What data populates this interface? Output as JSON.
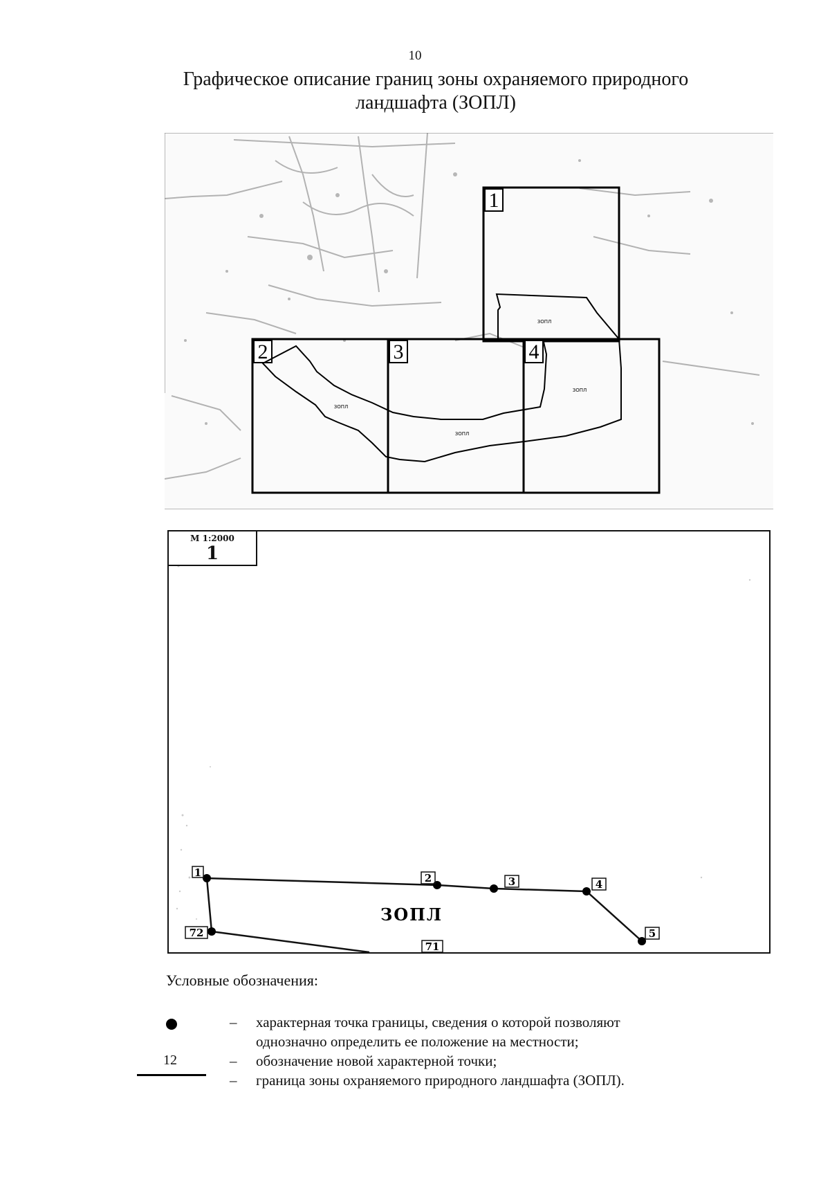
{
  "page_number": "10",
  "title": "Графическое описание границ зоны охраняемого природного ландшафта (ЗОПЛ)",
  "overview": {
    "sheets": [
      "1",
      "2",
      "3",
      "4"
    ],
    "zone_label": "ЗОПЛ"
  },
  "detail": {
    "scale": "М 1:2000",
    "sheet": "1",
    "zone_label": "ЗОПЛ",
    "point_labels": [
      "1",
      "2",
      "3",
      "4",
      "5",
      "72",
      "71"
    ]
  },
  "legend": {
    "title": "Условные обозначения:",
    "dash": "–",
    "point_text_1": "характерная точка границы, сведения о которой позволяют",
    "point_text_2": "однозначно определить ее положение на местности;",
    "number_sample": "12",
    "number_text": "обозначение новой характерной точки;",
    "line_text": "граница зоны охраняемого природного ландшафта (ЗОПЛ)."
  },
  "colors": {
    "ink": "#111111",
    "paper": "#ffffff",
    "map_texture": "#9a9a9a"
  }
}
